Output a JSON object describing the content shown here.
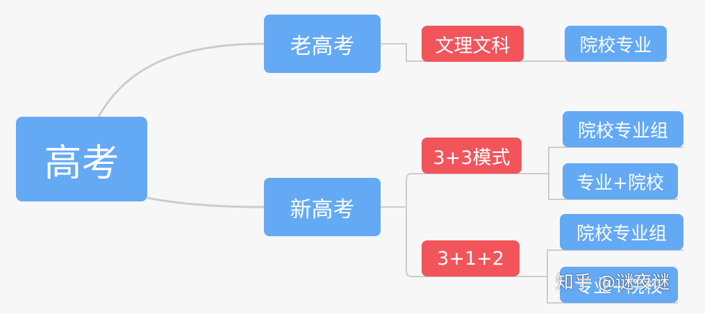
{
  "colors": {
    "background": "#f7f7f7",
    "node_blue": "#64a9f4",
    "node_red": "#f2545b",
    "connector": "#cccccc",
    "text": "#ffffff"
  },
  "root": {
    "label": "高考"
  },
  "branches": [
    {
      "label": "老高考",
      "children": [
        {
          "label": "文理文科",
          "children": [
            {
              "label": "院校专业"
            }
          ]
        }
      ]
    },
    {
      "label": "新高考",
      "children": [
        {
          "label": "3+3模式",
          "children": [
            {
              "label": "院校专业组"
            },
            {
              "label": "专业+院校"
            }
          ]
        },
        {
          "label": "3+1+2",
          "children": [
            {
              "label": "院校专业组"
            },
            {
              "label": "专业+院校"
            }
          ]
        }
      ]
    }
  ],
  "watermark": "知乎 @谜夜谜"
}
